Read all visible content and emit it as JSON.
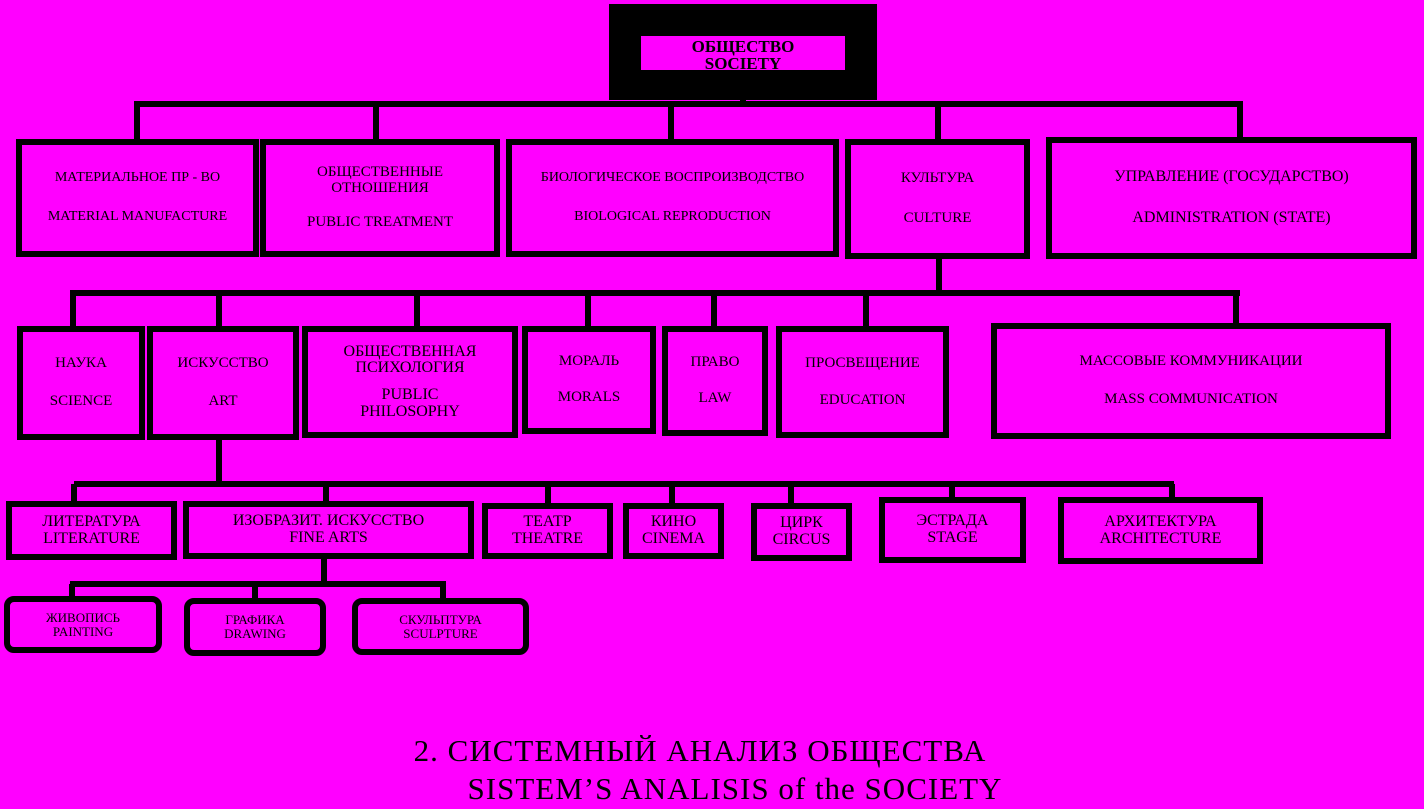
{
  "root": {
    "ru": "ОБЩЕСТВО",
    "en": "SOCIETY"
  },
  "level1": [
    {
      "ru": "МАТЕРИАЛЬНОЕ ПР - ВО",
      "en": "MATERIAL MANUFACTURE"
    },
    {
      "ru": "ОБЩЕСТВЕННЫЕ ОТНОШЕНИЯ",
      "en": "PUBLIC TREATMENT"
    },
    {
      "ru": "БИОЛОГИЧЕСКОЕ ВОСПРОИЗВОДСТВО",
      "en": "BIOLOGICAL REPRODUCTION"
    },
    {
      "ru": "КУЛЬТУРА",
      "en": "CULTURE"
    },
    {
      "ru": "УПРАВЛЕНИЕ (ГОСУДАРСТВО)",
      "en": "ADMINISTRATION (STATE)"
    }
  ],
  "level2": [
    {
      "ru": "НАУКА",
      "en": "SCIENCE"
    },
    {
      "ru": "ИСКУССТВО",
      "en": "ART"
    },
    {
      "ru": "ОБЩЕСТВЕННАЯ ПСИХОЛОГИЯ",
      "en": "PUBLIC PHILOSOPHY"
    },
    {
      "ru": "МОРАЛЬ",
      "en": "MORALS"
    },
    {
      "ru": "ПРАВО",
      "en": "LAW"
    },
    {
      "ru": "ПРОСВЕЩЕНИЕ",
      "en": "EDUCATION"
    },
    {
      "ru": "МАССОВЫЕ КОММУНИКАЦИИ",
      "en": "MASS COMMUNICATION"
    }
  ],
  "level3": [
    {
      "ru": "ЛИТЕРАТУРА",
      "en": "LITERATURE"
    },
    {
      "ru": "ИЗОБРАЗИТ. ИСКУССТВО",
      "en": "FINE ARTS"
    },
    {
      "ru": "ТЕАТР",
      "en": "THEATRE"
    },
    {
      "ru": "КИНО",
      "en": "CINEMA"
    },
    {
      "ru": "ЦИРК",
      "en": "CIRCUS"
    },
    {
      "ru": "ЭСТРАДА",
      "en": "STAGE"
    },
    {
      "ru": "АРХИТЕКТУРА",
      "en": "ARCHITECTURE"
    }
  ],
  "level4": [
    {
      "ru": "ЖИВОПИСЬ",
      "en": "PAINTING"
    },
    {
      "ru": "ГРАФИКА",
      "en": "DRAWING"
    },
    {
      "ru": "СКУЛЬПТУРА",
      "en": "SCULPTURE"
    }
  ],
  "caption": {
    "ru": "2. СИСТЕМНЫЙ АНАЛИЗ ОБЩЕСТВА",
    "en": "SISTEM’S ANALISIS of the SOCIETY"
  },
  "colors": {
    "background": "#ff00ff",
    "stroke": "#000000"
  }
}
